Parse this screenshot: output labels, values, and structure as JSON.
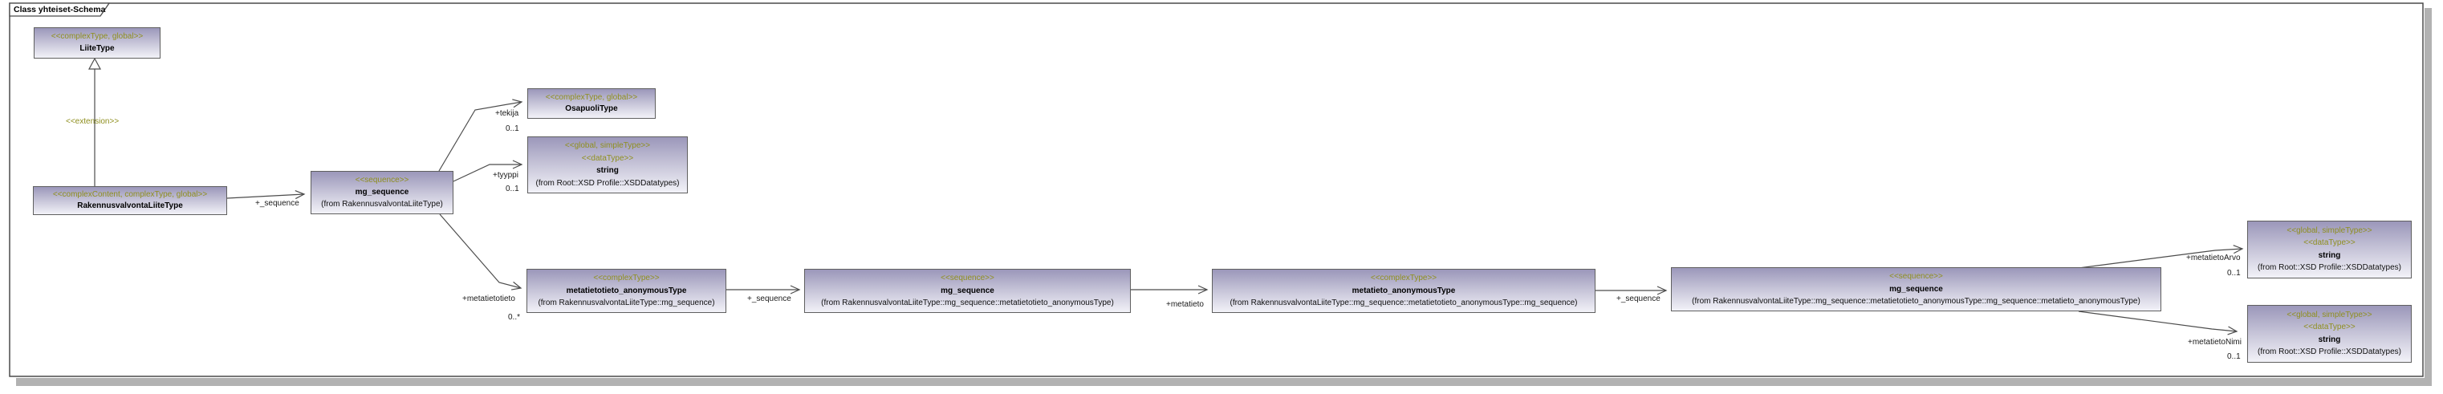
{
  "frame": {
    "tab_label": "Class yhteiset-Schema"
  },
  "colors": {
    "stereotype_text": "#8f8f1f",
    "box_border": "#5f5f5f",
    "box_gradient_top": "#9b97ba",
    "box_gradient_mid": "#c9c7da",
    "box_gradient_bottom": "#f2f2f8",
    "connector": "#4c4c4c",
    "frame_border": "#4a4a4a",
    "shadow": "#b2b2b2",
    "background": "#ffffff"
  },
  "nodes": {
    "liite_type": {
      "stereotype": "<<complexType, global>>",
      "name": "LiiteType"
    },
    "rakennusvalvonta_liite_type": {
      "stereotype": "<<complexContent, complexType, global>>",
      "name": "RakennusvalvontaLiiteType"
    },
    "mg_sequence_1": {
      "stereotype": "<<sequence>>",
      "name": "mg_sequence",
      "from": "(from RakennusvalvontaLiiteType)"
    },
    "osapuoli_type": {
      "stereotype": "<<complexType, global>>",
      "name": "OsapuoliType"
    },
    "string_tyyppi": {
      "stereotype": "<<global, simpleType>>",
      "stereotype2": "<<dataType>>",
      "name": "string",
      "from": "(from Root::XSD Profile::XSDDatatypes)"
    },
    "metatietotieto_anonymous_type": {
      "stereotype": "<<complexType>>",
      "name": "metatietotieto_anonymousType",
      "from": "(from RakennusvalvontaLiiteType::mg_sequence)"
    },
    "mg_sequence_2": {
      "stereotype": "<<sequence>>",
      "name": "mg_sequence",
      "from": "(from RakennusvalvontaLiiteType::mg_sequence::metatietotieto_anonymousType)"
    },
    "metatieto_anonymous_type": {
      "stereotype": "<<complexType>>",
      "name": "metatieto_anonymousType",
      "from": "(from RakennusvalvontaLiiteType::mg_sequence::metatietotieto_anonymousType::mg_sequence)"
    },
    "mg_sequence_3": {
      "stereotype": "<<sequence>>",
      "name": "mg_sequence",
      "from": "(from RakennusvalvontaLiiteType::mg_sequence::metatietotieto_anonymousType::mg_sequence::metatieto_anonymousType)"
    },
    "string_metatieto_arvo": {
      "stereotype": "<<global, simpleType>>",
      "stereotype2": "<<dataType>>",
      "name": "string",
      "from": "(from Root::XSD Profile::XSDDatatypes)"
    },
    "string_metatieto_nimi": {
      "stereotype": "<<global, simpleType>>",
      "stereotype2": "<<dataType>>",
      "name": "string",
      "from": "(from Root::XSD Profile::XSDDatatypes)"
    }
  },
  "edges": {
    "extension": {
      "label": "<<extension>>"
    },
    "sequence_1": {
      "label": "+_sequence"
    },
    "tekija": {
      "label": "+tekija",
      "multiplicity": "0..1"
    },
    "tyyppi": {
      "label": "+tyyppi",
      "multiplicity": "0..1"
    },
    "metatietotieto": {
      "label": "+metatietotieto",
      "multiplicity": "0..*"
    },
    "sequence_2": {
      "label": "+_sequence"
    },
    "metatieto": {
      "label": "+metatieto"
    },
    "sequence_3": {
      "label": "+_sequence"
    },
    "metatieto_arvo": {
      "label": "+metatietoArvo",
      "multiplicity": "0..1"
    },
    "metatieto_nimi": {
      "label": "+metatietoNimi",
      "multiplicity": "0..1"
    }
  }
}
